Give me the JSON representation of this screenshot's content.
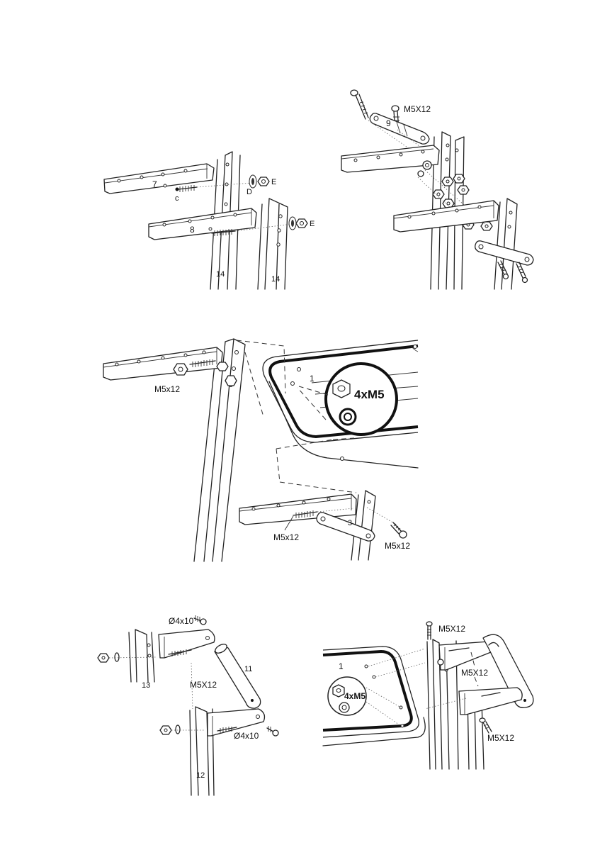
{
  "figure1": {
    "labels": {
      "part7": "7",
      "part8": "8",
      "part14a": "14",
      "part14b": "14",
      "c": "c",
      "d": "D",
      "e1": "E",
      "e2": "E"
    }
  },
  "figure2": {
    "labels": {
      "screw": "M5X12",
      "part9": "9"
    }
  },
  "figure3": {
    "labels": {
      "screw_left": "M5x12",
      "tray": "1",
      "callout": "4xM5",
      "screw_bottom": "M5x12",
      "screw_right": "M5x12",
      "bracket": "3"
    }
  },
  "figure4": {
    "labels": {
      "screw_top": "Ø4x10",
      "part11": "11",
      "part13": "13",
      "screw_mid": "M5X12",
      "screw_bottom": "Ø4x10",
      "part12": "12"
    }
  },
  "figure5": {
    "labels": {
      "screw_top": "M5X12",
      "tray": "1",
      "callout": "4xM5",
      "screw_mid": "M5X12",
      "screw_bottom": "M5X12"
    }
  }
}
